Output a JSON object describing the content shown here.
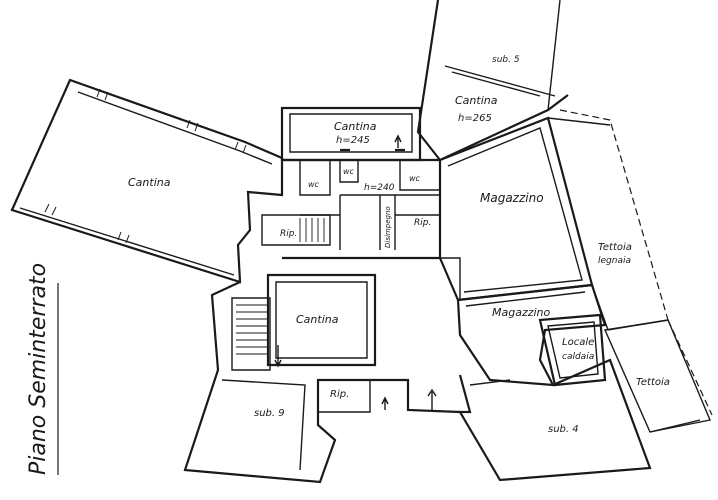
{
  "plan_title": "Piano Seminterrato",
  "rooms": {
    "cantina_west": "Cantina",
    "cantina_top": "Cantina",
    "cantina_top_height": "h=245",
    "wc_1": "wc",
    "wc_2": "wc",
    "wc_3": "wc",
    "corridor_height": "h=240",
    "disimpegno": "Disimpegno",
    "rip_left": "Rip.",
    "rip_right": "Rip.",
    "cantina_north": "Cantina",
    "cantina_north_height": "h=265",
    "sub_5": "sub. 5",
    "magazzino_1": "Magazzino",
    "tettoia_legnaia_1": "Tettoia",
    "tettoia_legnaia_2": "legnaia",
    "magazzino_2": "Magazzino",
    "locale_caldaia_1": "Locale",
    "locale_caldaia_2": "caldaia",
    "tettoia": "Tettoia",
    "cantina_center": "Cantina",
    "rip_bottom": "Rip.",
    "sub_9": "sub. 9",
    "sub_4": "sub. 4"
  }
}
